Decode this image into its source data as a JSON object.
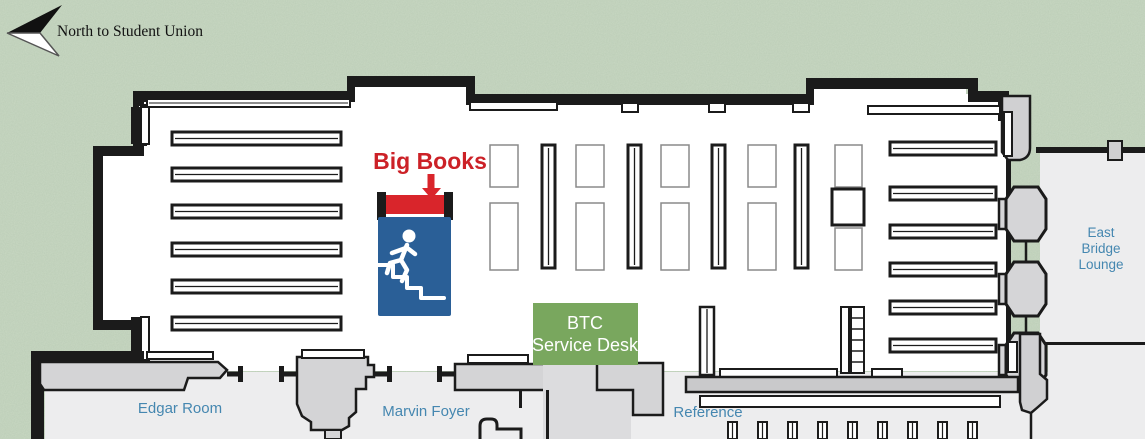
{
  "compass": {
    "label": "North to Student Union"
  },
  "annotations": {
    "big_books": "Big Books"
  },
  "areas": {
    "btc_desk": {
      "line1": "BTC",
      "line2": "Service Desk"
    },
    "edgar_room": "Edgar Room",
    "marvin_foyer": "Marvin Foyer",
    "reference": "Reference",
    "east_bridge_lounge": {
      "line1": "East",
      "line2": "Bridge",
      "line3": "Lounge"
    }
  },
  "colors": {
    "background_green": "#c9d8c3",
    "floor_white": "#ffffff",
    "foyer_gray": "#ededee",
    "corridor_gray": "#dcdcde",
    "desk_gray": "#d4d4d6",
    "counter_gray": "#c9c9cb",
    "wall_black": "#1b1b1b",
    "label_blue": "#4587b0",
    "big_books_red": "#cc2127",
    "arrow_red": "#d9252b",
    "stairs_blue": "#2a5f97",
    "btc_green": "#79a75e"
  }
}
